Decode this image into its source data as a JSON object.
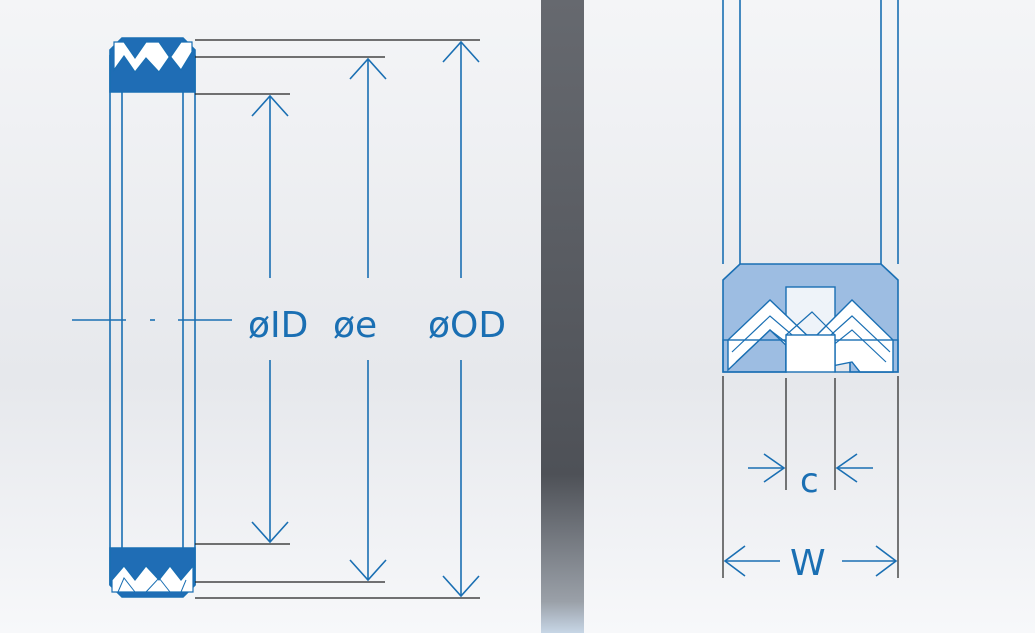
{
  "colors": {
    "line": "#1a6fb3",
    "seal_fill": "#1f6db5",
    "seal_light": "#9dbde2",
    "background": "#eef0f3",
    "divider": "#5c5f66",
    "dim_black": "#222222"
  },
  "labels": {
    "inner_diameter": "øID",
    "groove_diameter": "øe",
    "outer_diameter": "øOD",
    "groove_width": "c",
    "seal_width": "W"
  }
}
